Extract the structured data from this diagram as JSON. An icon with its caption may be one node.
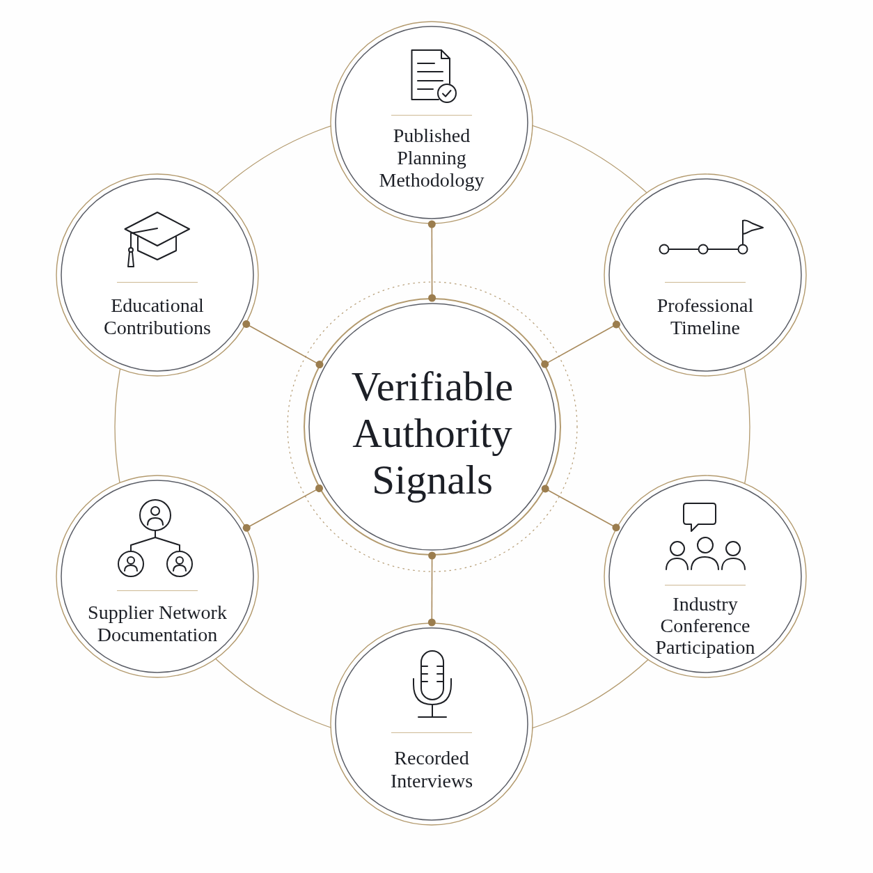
{
  "diagram": {
    "nodes": [
      {
        "text": [
          "Published Planning Methodology"
        ]
      },
      {
        "text": [
          "Educational Contributions"
        ]
      },
      {
        "text": [
          "Professional Timeline"
        ]
      },
      {
        "text": [
          "Verifiable Authority Signals"
        ]
      },
      {
        "text": [
          "Supplier Network Documentation"
        ]
      },
      {
        "text": [
          "Industry Conference Participation"
        ]
      },
      {
        "text": [
          "Recorded Interviews"
        ]
      }
    ],
    "edges": [
      {
        "from": 3,
        "to": 0,
        "arrow": "other"
      },
      {
        "from": 3,
        "to": 1,
        "arrow": "other"
      },
      {
        "from": 3,
        "to": 2,
        "arrow": "other"
      },
      {
        "from": 3,
        "to": 4,
        "arrow": "other"
      },
      {
        "from": 3,
        "to": 5,
        "arrow": "other"
      },
      {
        "from": 3,
        "to": 6,
        "arrow": "other"
      }
    ]
  }
}
